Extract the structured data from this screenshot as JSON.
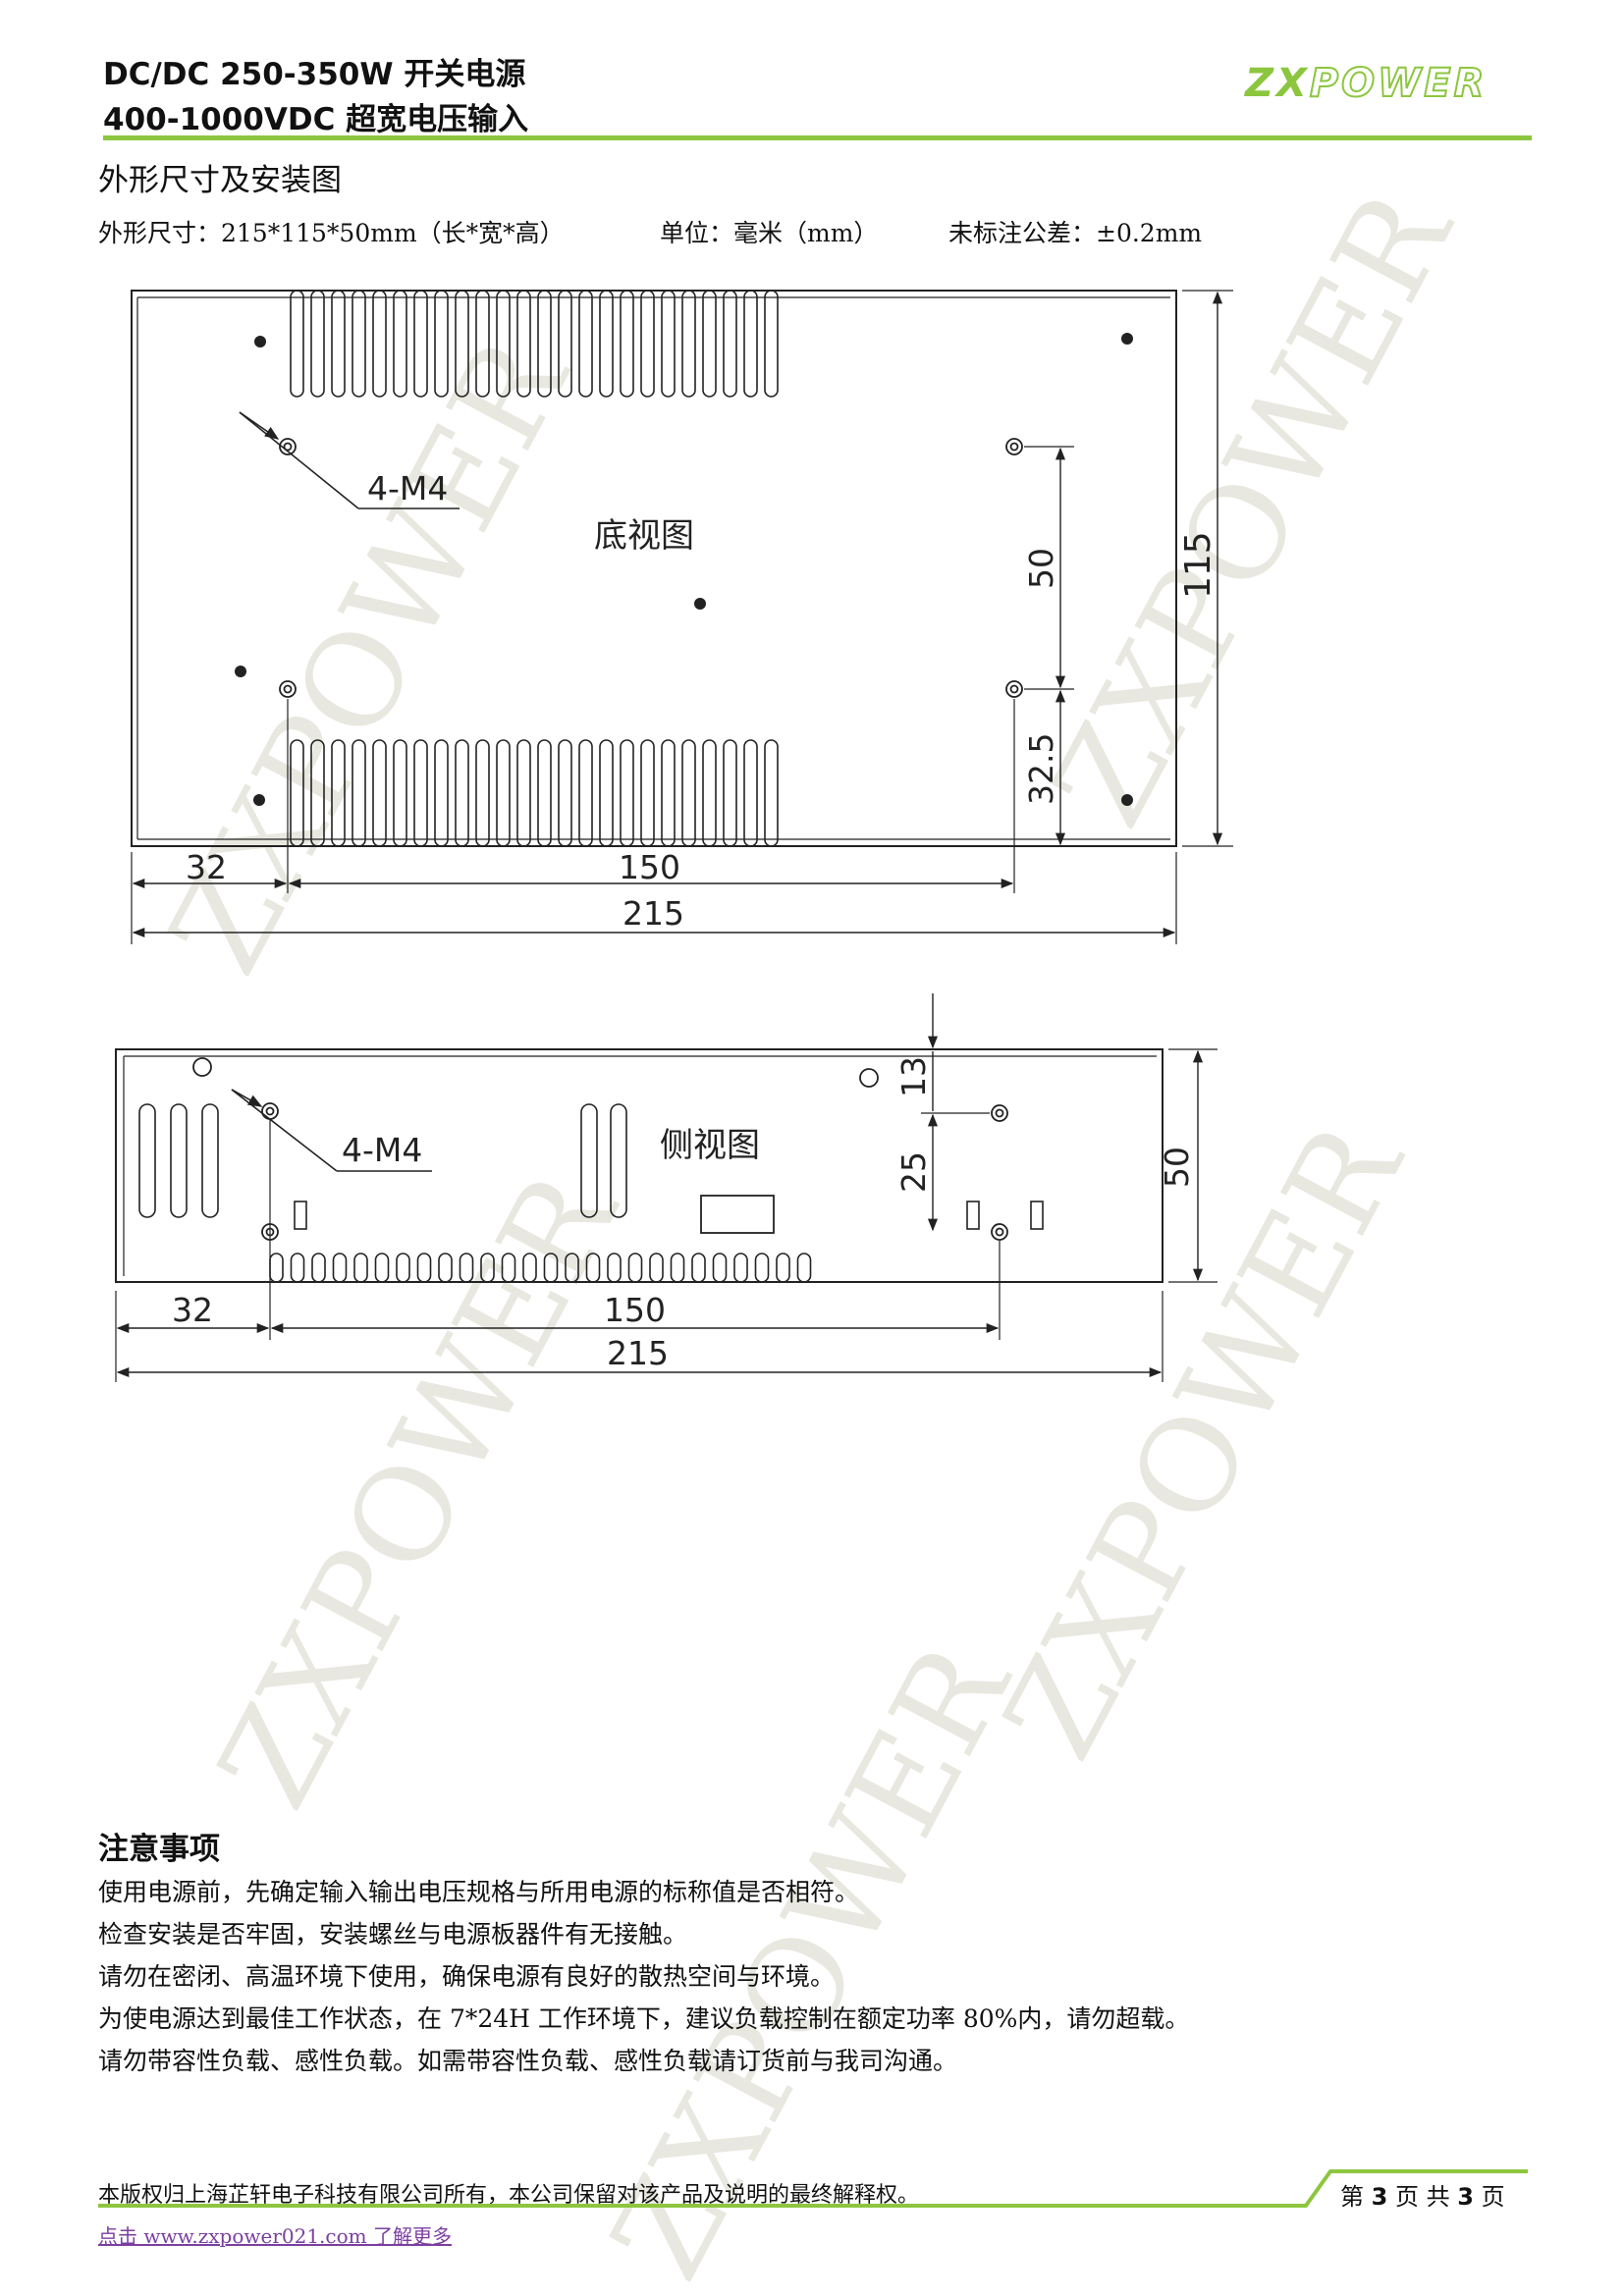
{
  "header": {
    "title_line1": "DC/DC 250-350W  开关电源",
    "title_line2": "400-1000VDC 超宽电压输入",
    "logo_left": "ZX",
    "logo_right": "POWER",
    "accent_color": "#8cc63f"
  },
  "section": {
    "heading": "外形尺寸及安装图",
    "dims_label": "外形尺寸：215*115*50mm（长*宽*高）",
    "unit_label": "单位：毫米（mm）",
    "tolerance_label": "未标注公差：±0.2mm"
  },
  "bottom_view": {
    "title": "底视图",
    "screw_label": "4-M4",
    "dim_left": "32",
    "dim_mid": "150",
    "dim_total": "215",
    "dim_height": "115",
    "dim_hole_spacing": "50",
    "dim_hole_offset": "32.5"
  },
  "side_view": {
    "title": "侧视图",
    "screw_label": "4-M4",
    "dim_left": "32",
    "dim_mid": "150",
    "dim_total": "215",
    "dim_height": "50",
    "dim_top": "13",
    "dim_hole_spacing": "25"
  },
  "watermark": "ZXPOWER",
  "notes": {
    "title": "注意事项",
    "items": [
      "使用电源前，先确定输入输出电压规格与所用电源的标称值是否相符。",
      "检查安装是否牢固，安装螺丝与电源板器件有无接触。",
      "请勿在密闭、高温环境下使用，确保电源有良好的散热空间与环境。",
      "为使电源达到最佳工作状态，在 7*24H 工作环境下，建议负载控制在额定功率 80%内，请勿超载。",
      "请勿带容性负载、感性负载。如需带容性负载、感性负载请订货前与我司沟通。"
    ]
  },
  "footer": {
    "copyright": "本版权归上海芷轩电子科技有限公司所有，本公司保留对该产品及说明的最终解释权。",
    "link_text": "点击 www.zxpower021.com 了解更多",
    "page_prefix": "第",
    "page_current": "3",
    "page_mid": "页 共",
    "page_total": "3",
    "page_suffix": "页"
  }
}
